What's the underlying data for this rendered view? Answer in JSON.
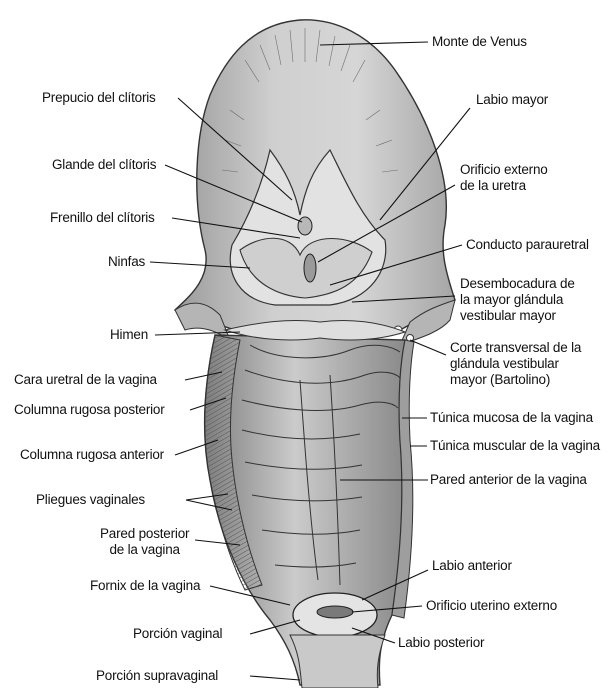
{
  "labels": {
    "monte_venus": "Monte de Venus",
    "prepucio": "Prepucio del clítoris",
    "labio_mayor": "Labio mayor",
    "glande": "Glande del clítoris",
    "orificio_uretra": [
      "Orificio externo",
      "de la uretra"
    ],
    "frenillo": "Frenillo del clítoris",
    "conducto_parauretral": "Conducto parauretral",
    "ninfas": "Ninfas",
    "desembocadura": [
      "Desembocadura de",
      "la mayor glándula",
      "vestibular mayor"
    ],
    "himen": "Himen",
    "corte_transversal": [
      "Corte transversal de la",
      "glándula vestibular",
      "mayor (Bartolino)"
    ],
    "cara_uretral": "Cara uretral de la vagina",
    "columna_posterior": "Columna rugosa posterior",
    "tunica_mucosa": "Túnica mucosa de la vagina",
    "tunica_muscular": "Túnica muscular de la vagina",
    "columna_anterior": "Columna rugosa anterior",
    "pared_anterior": "Pared anterior de la vagina",
    "pliegues": "Pliegues vaginales",
    "pared_posterior": [
      "Pared posterior",
      "de la vagina"
    ],
    "labio_anterior": "Labio anterior",
    "fornix": "Fornix de la vagina",
    "orificio_uterino": "Orificio uterino externo",
    "porcion_vaginal": "Porción vaginal",
    "labio_posterior": "Labio posterior",
    "porcion_supravaginal": "Porción supravaginal"
  }
}
